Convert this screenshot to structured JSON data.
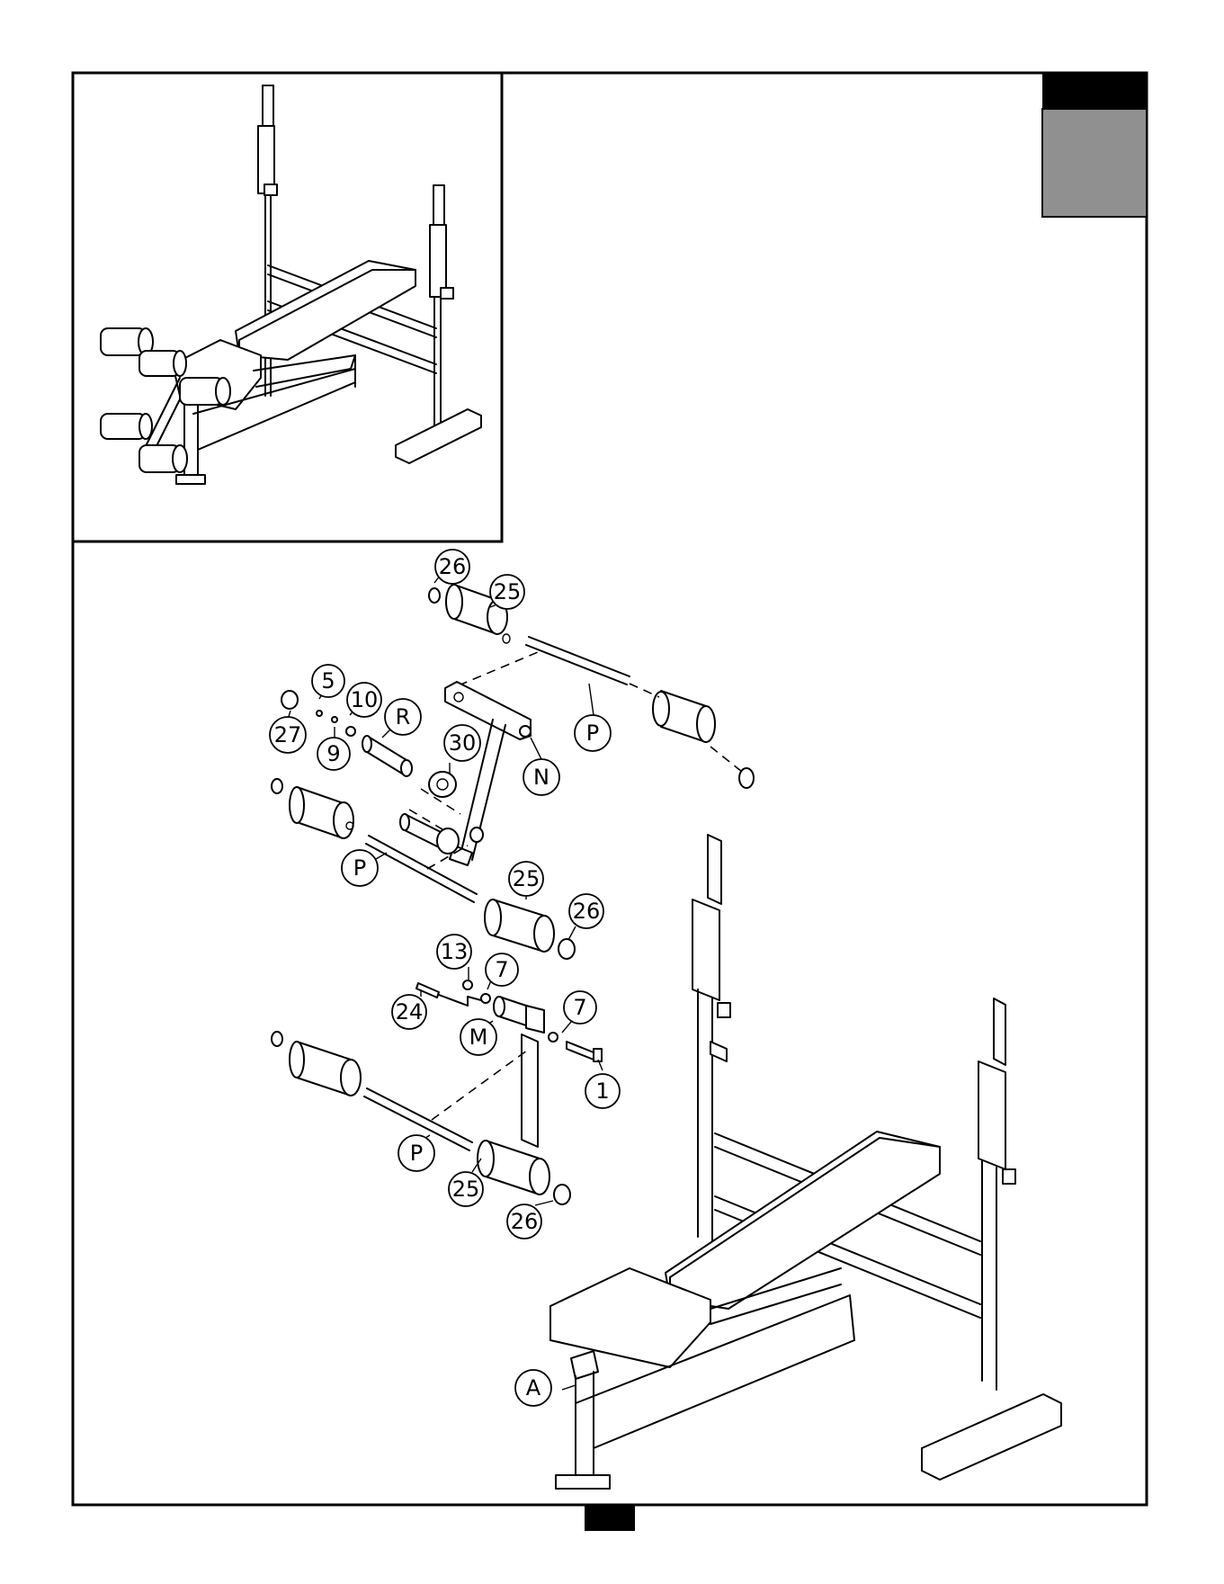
{
  "colors": {
    "line": "#000000",
    "tab_top": "#000000",
    "tab_bottom": "#909090",
    "page_number_box": "#000000"
  },
  "callouts": [
    {
      "id": "c26a",
      "label": "26"
    },
    {
      "id": "c25a",
      "label": "25"
    },
    {
      "id": "c5",
      "label": "5"
    },
    {
      "id": "c10",
      "label": "10"
    },
    {
      "id": "cR",
      "label": "R"
    },
    {
      "id": "c27",
      "label": "27"
    },
    {
      "id": "c9",
      "label": "9"
    },
    {
      "id": "c30",
      "label": "30"
    },
    {
      "id": "cPa",
      "label": "P"
    },
    {
      "id": "cN",
      "label": "N"
    },
    {
      "id": "cPb",
      "label": "P"
    },
    {
      "id": "c25b",
      "label": "25"
    },
    {
      "id": "c26b",
      "label": "26"
    },
    {
      "id": "c13",
      "label": "13"
    },
    {
      "id": "c7a",
      "label": "7"
    },
    {
      "id": "c7b",
      "label": "7"
    },
    {
      "id": "c24",
      "label": "24"
    },
    {
      "id": "cM",
      "label": "M"
    },
    {
      "id": "c1",
      "label": "1"
    },
    {
      "id": "cPc",
      "label": "P"
    },
    {
      "id": "c25c",
      "label": "25"
    },
    {
      "id": "c26c",
      "label": "26"
    },
    {
      "id": "cA",
      "label": "A"
    }
  ]
}
